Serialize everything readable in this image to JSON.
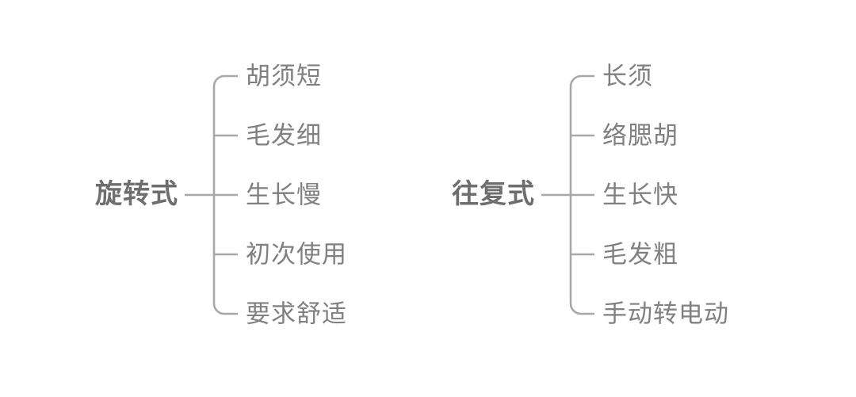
{
  "diagram": {
    "title": "",
    "background_color": "#ffffff",
    "line_color": "#a8a8a8",
    "root_text_color": "#6e6e6e",
    "leaf_text_color": "#808080",
    "branches": [
      {
        "id": "rotary",
        "root": "旋转式",
        "items": [
          "胡须短",
          "毛发细",
          "生长慢",
          "初次使用",
          "要求舒适"
        ]
      },
      {
        "id": "reciprocating",
        "root": "往复式",
        "items": [
          "长须",
          "络腮胡",
          "生长快",
          "毛发粗",
          "手动转电动"
        ]
      }
    ]
  }
}
